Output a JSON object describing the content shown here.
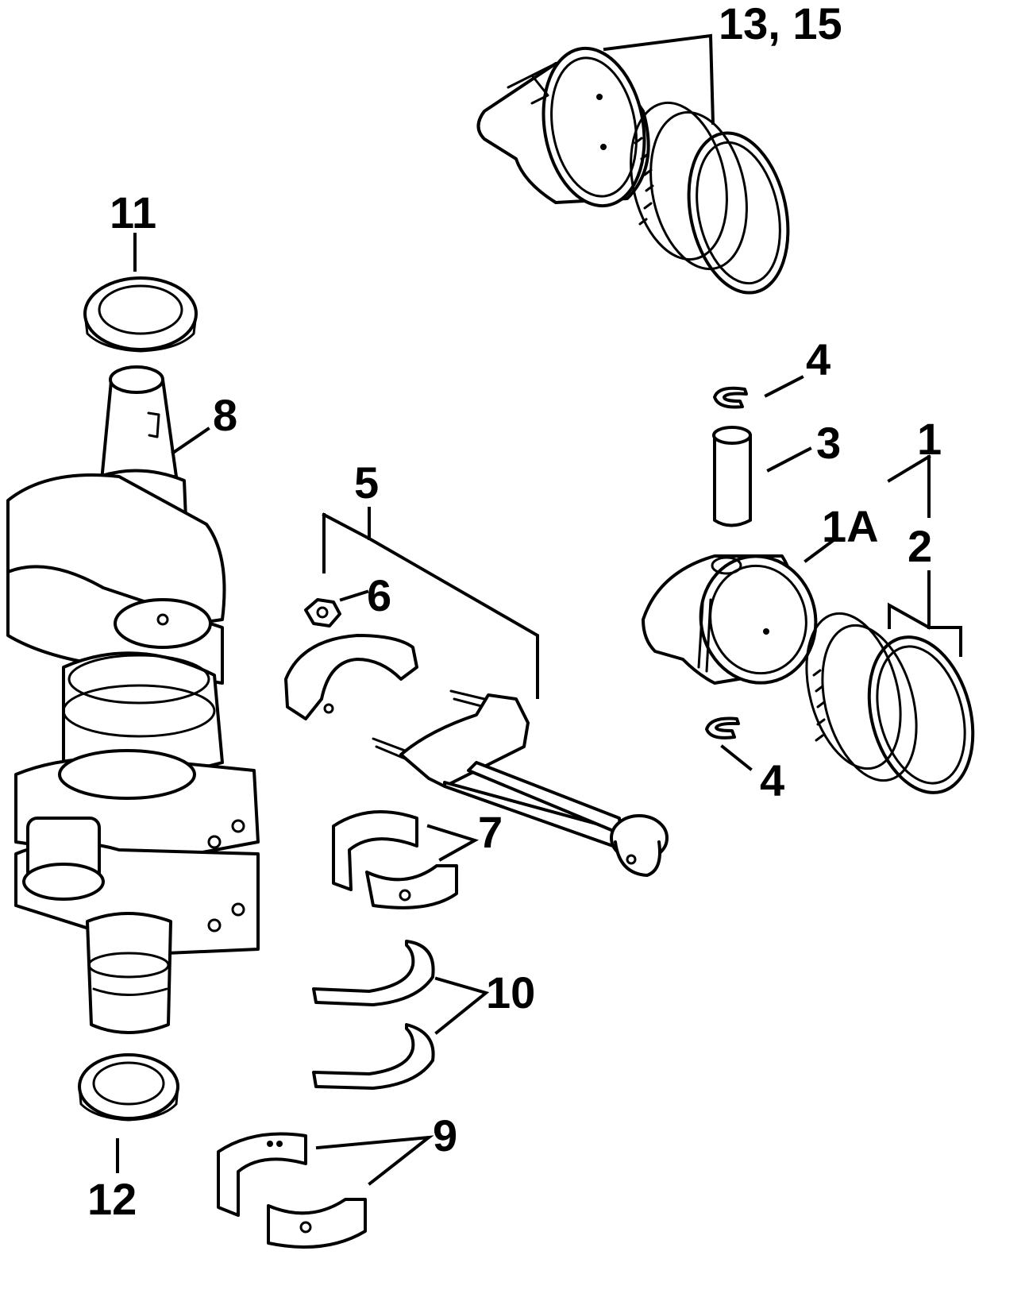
{
  "diagram": {
    "callouts": {
      "c13_15": "13, 15",
      "c11": "11",
      "c8": "8",
      "c4_top": "4",
      "c3": "3",
      "c1": "1",
      "c1A": "1A",
      "c2": "2",
      "c5": "5",
      "c6": "6",
      "c7": "7",
      "c4_bottom": "4",
      "c10": "10",
      "c9": "9",
      "c12": "12"
    }
  }
}
